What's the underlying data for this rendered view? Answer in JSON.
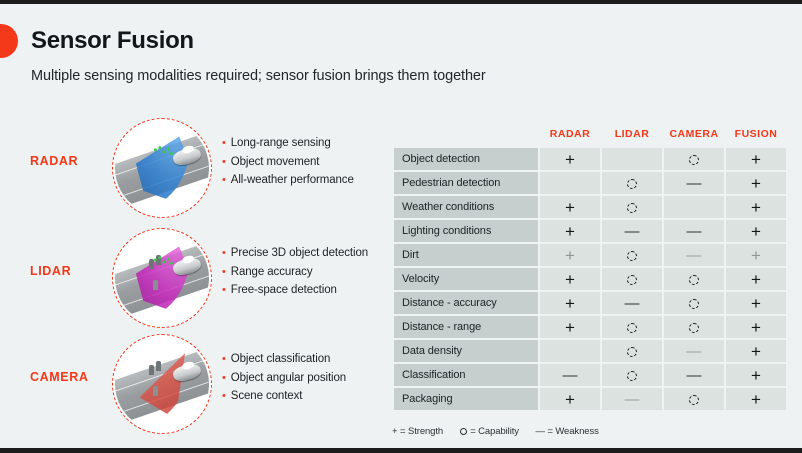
{
  "header": {
    "title": "Sensor Fusion",
    "subtitle": "Multiple sensing modalities required; sensor fusion brings them together",
    "accent_color": "#f4381a",
    "background_color": "#eef2f2"
  },
  "sensors": [
    {
      "label": "RADAR",
      "thumb_icon": "radar-cone-thumbnail",
      "cone_color": "#2f7fd0",
      "bullets": [
        "Long-range sensing",
        "Object movement",
        "All-weather performance"
      ]
    },
    {
      "label": "LIDAR",
      "thumb_icon": "lidar-cone-thumbnail",
      "cone_color": "#c62bbd",
      "bullets": [
        "Precise 3D object detection",
        "Range accuracy",
        "Free-space detection"
      ]
    },
    {
      "label": "CAMERA",
      "thumb_icon": "camera-cone-thumbnail",
      "cone_color": "#d1453a",
      "bullets": [
        "Object classification",
        "Object angular position",
        "Scene context"
      ]
    }
  ],
  "matrix": {
    "columns": [
      "RADAR",
      "LIDAR",
      "CAMERA",
      "FUSION"
    ],
    "rows": [
      {
        "label": "Object detection",
        "values": [
          "plus",
          "none",
          "circle",
          "plus"
        ]
      },
      {
        "label": "Pedestrian detection",
        "values": [
          "none",
          "circle",
          "minus",
          "plus"
        ]
      },
      {
        "label": "Weather conditions",
        "values": [
          "plus",
          "circle",
          "none",
          "plus"
        ]
      },
      {
        "label": "Lighting conditions",
        "values": [
          "plus",
          "minus",
          "minus",
          "plus"
        ]
      },
      {
        "label": "Dirt",
        "values": [
          "plus-faint",
          "circle",
          "minus-faint",
          "plus-faint"
        ]
      },
      {
        "label": "Velocity",
        "values": [
          "plus",
          "circle",
          "circle",
          "plus"
        ]
      },
      {
        "label": "Distance - accuracy",
        "values": [
          "plus",
          "minus",
          "circle",
          "plus"
        ]
      },
      {
        "label": "Distance - range",
        "values": [
          "plus",
          "circle",
          "circle",
          "plus"
        ]
      },
      {
        "label": "Data density",
        "values": [
          "none",
          "circle",
          "minus-faint",
          "plus"
        ]
      },
      {
        "label": "Classification",
        "values": [
          "minus",
          "circle",
          "minus",
          "plus"
        ]
      },
      {
        "label": "Packaging",
        "values": [
          "plus",
          "minus-faint",
          "circle",
          "plus"
        ]
      }
    ],
    "legend": {
      "strength": "+ = Strength",
      "capability": "= Capability",
      "weakness": "— = Weakness"
    },
    "label_cell_color": "#c6cfcd",
    "data_cell_color": "#dce2e0"
  }
}
